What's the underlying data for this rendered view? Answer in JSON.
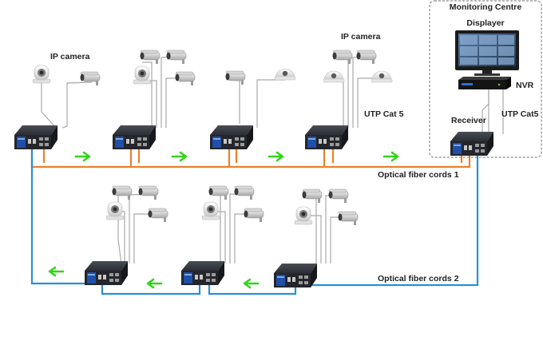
{
  "labels": {
    "monitoring_centre": "Monitoring Centre",
    "displayer": "Displayer",
    "nvr": "NVR",
    "receiver": "Receiver",
    "utp_cat5_right": "UTP Cat5",
    "ip_camera_left": "IP camera",
    "ip_camera_right": "IP camera",
    "utp_cat5_mid": "UTP Cat 5",
    "optical_fiber_1": "Optical fiber cords 1",
    "optical_fiber_2": "Optical fiber cords 2"
  },
  "colors": {
    "fiber_orange": "#e8822a",
    "fiber_blue": "#2a8fd6",
    "arrow_green": "#33d41a",
    "utp_gray": "#a9a9a9",
    "switch_dark": "#2b2d33",
    "switch_blue": "#1f4fa8",
    "frame_gray": "#8a8a8a"
  },
  "icons": {
    "switch": "industrial-switch-icon",
    "dome": "dome-camera-icon",
    "bullet": "bullet-camera-icon",
    "ptz": "ptz-camera-icon",
    "monitor": "monitor-icon",
    "nvr": "nvr-recorder-icon",
    "arrow": "flow-arrow-icon"
  }
}
